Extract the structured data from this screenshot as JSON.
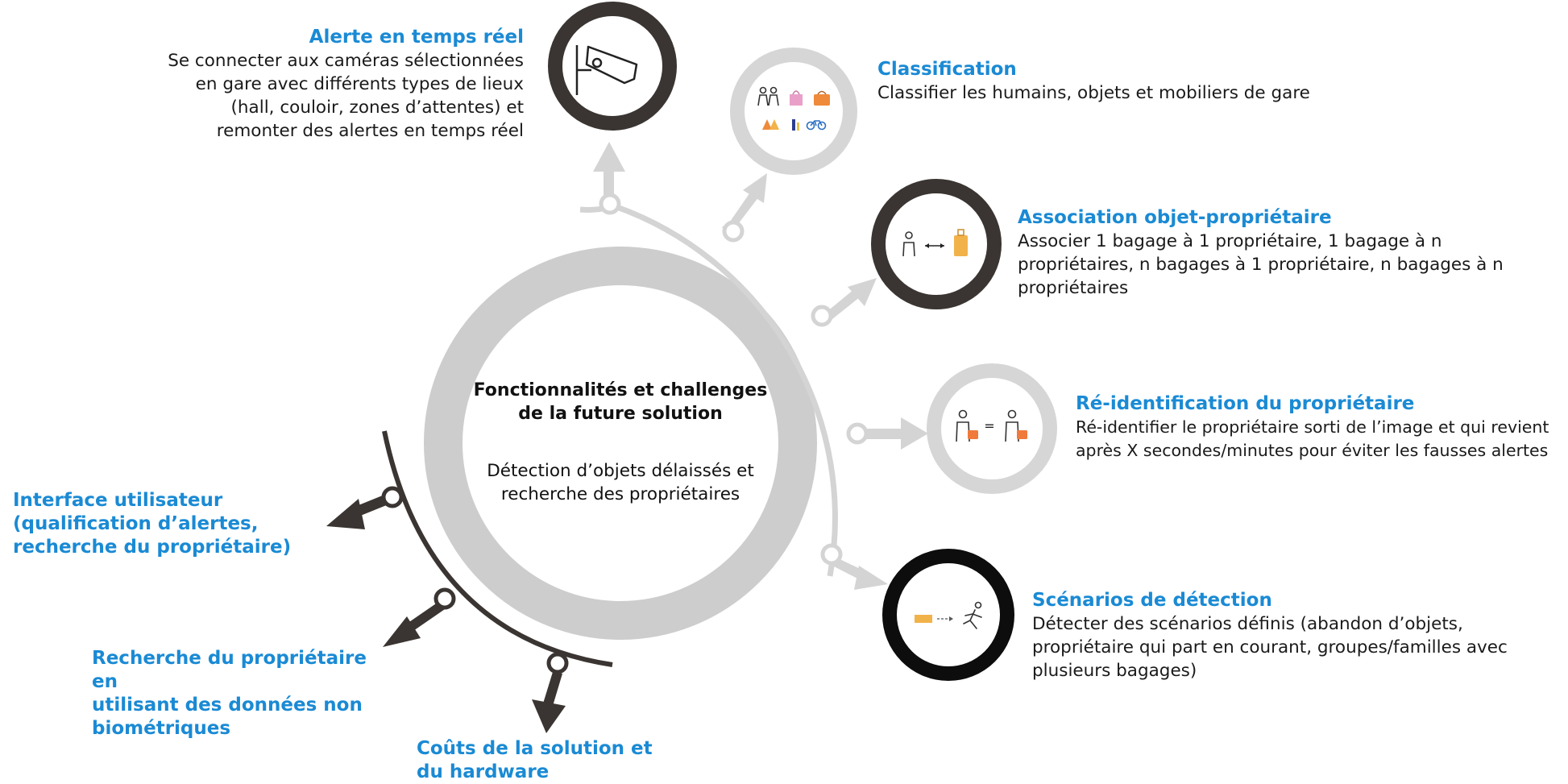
{
  "center": {
    "title": "Fonctionnalités et challenges de la future solution",
    "subtitle": "Détection d’objets délaissés et recherche des propriétaires"
  },
  "items": {
    "alerte": {
      "title": "Alerte en temps réel",
      "lines": [
        "Se connecter aux caméras sélectionnées",
        "en gare avec différents types de lieux",
        "(hall, couloir, zones d’attentes) et",
        "remonter des alertes en temps réel"
      ],
      "icon": "security-camera-icon"
    },
    "classification": {
      "title": "Classification",
      "lines": [
        "Classifier les humains, objets et mobiliers de gare"
      ],
      "icon": "people-objects-icon"
    },
    "association": {
      "title": "Association objet-propriétaire",
      "lines": [
        "Associer 1 bagage à 1 propriétaire, 1 bagage à n",
        "propriétaires, n bagages à 1 propriétaire, n bagages à n",
        "propriétaires"
      ],
      "icon": "person-luggage-link-icon"
    },
    "reid": {
      "title": "Ré-identification du propriétaire",
      "lines": [
        "Ré-identifier le propriétaire sorti de l’image et qui revient",
        "après X secondes/minutes pour éviter les fausses alertes"
      ],
      "icon": "person-equals-person-icon"
    },
    "scenarios": {
      "title": "Scénarios de détection",
      "lines": [
        "Détecter des scénarios définis (abandon d’objets,",
        "propriétaire qui part en courant, groupes/familles avec",
        "plusieurs bagages)"
      ],
      "icon": "running-person-icon"
    },
    "interface": {
      "title_lines": [
        "Interface utilisateur",
        "(qualification d’alertes,",
        "recherche du propriétaire)"
      ]
    },
    "recherche": {
      "title_lines": [
        "Recherche du propriétaire en",
        "utilisant des données non",
        "biométriques"
      ]
    },
    "couts": {
      "title_lines": [
        "Coûts de la solution et",
        "du hardware"
      ]
    }
  },
  "colors": {
    "accent_blue": "#1a8ad4",
    "light_gray": "#cdcdcd",
    "dark_ring": "#3a3532",
    "black_ring": "#0d0d0d",
    "arrow_dark": "#3a3532"
  }
}
